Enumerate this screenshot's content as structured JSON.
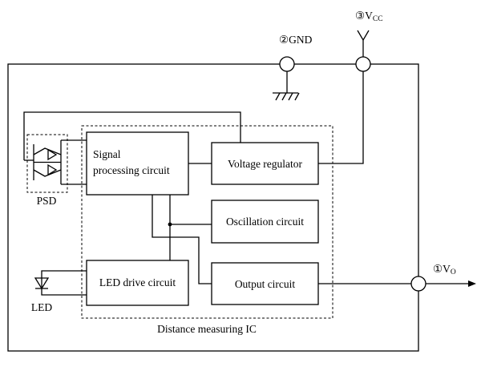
{
  "blocks": {
    "signal_line1": "Signal",
    "signal_line2": "processing circuit",
    "voltage_regulator": "Voltage regulator",
    "oscillation_circuit": "Oscillation circuit",
    "led_drive_circuit": "LED drive circuit",
    "output_circuit": "Output circuit"
  },
  "components": {
    "psd": "PSD",
    "led": "LED"
  },
  "ic_label": "Distance measuring IC",
  "pins": {
    "gnd": {
      "number": "②",
      "name": "GND"
    },
    "vcc": {
      "number": "③",
      "name": "V",
      "sub": "CC"
    },
    "vo": {
      "number": "①",
      "name": "V",
      "sub": "O"
    }
  }
}
